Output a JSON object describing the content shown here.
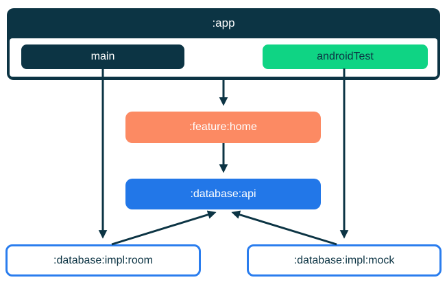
{
  "colors": {
    "navy": "#0C3444",
    "green": "#0FD484",
    "coral": "#FC8A63",
    "blue": "#2277E8",
    "border_blue": "#2A7DEE"
  },
  "diagram": {
    "app": {
      "label": ":app"
    },
    "source_sets": [
      {
        "id": "main",
        "label": "main"
      },
      {
        "id": "androidTest",
        "label": "androidTest"
      }
    ],
    "modules": [
      {
        "id": "feature-home",
        "label": ":feature:home"
      },
      {
        "id": "database-api",
        "label": ":database:api"
      },
      {
        "id": "database-impl-room",
        "label": ":database:impl:room"
      },
      {
        "id": "database-impl-mock",
        "label": ":database:impl:mock"
      }
    ],
    "edges": [
      {
        "from": ":app",
        "to": ":feature:home"
      },
      {
        "from": "main",
        "to": ":database:impl:room"
      },
      {
        "from": "androidTest",
        "to": ":database:impl:mock"
      },
      {
        "from": ":feature:home",
        "to": ":database:api"
      },
      {
        "from": ":database:impl:room",
        "to": ":database:api"
      },
      {
        "from": ":database:impl:mock",
        "to": ":database:api"
      }
    ]
  }
}
